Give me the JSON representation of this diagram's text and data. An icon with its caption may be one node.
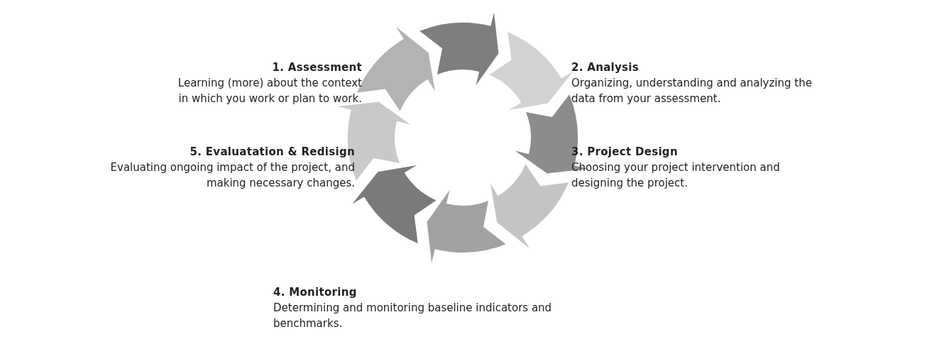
{
  "diagram": {
    "nodes": [
      {
        "text": [
          "1. Assessment",
          "Learning (more) about the context in which you work or plan to work."
        ]
      },
      {
        "text": [
          "2. Analysis",
          "Organizing, understanding and analyzing the data from your assessment."
        ]
      },
      {
        "text": [
          "3. Project Design",
          "Choosing your project intervention and designing the project."
        ]
      },
      {
        "text": [
          "4. Monitoring",
          "Determining and monitoring baseline indicators and benchmarks."
        ]
      },
      {
        "text": [
          "5. Evaluatation & Redisign",
          "Evaluating ongoing impact of the project, and making necessary changes."
        ]
      }
    ]
  }
}
